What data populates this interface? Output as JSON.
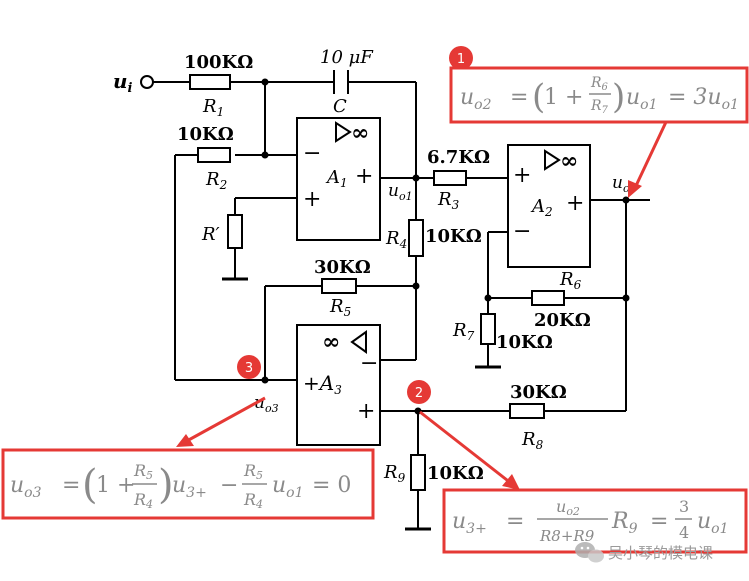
{
  "circuit": {
    "input_label": "u",
    "input_sub": "i",
    "r1": {
      "value": "100KΩ",
      "name": "R",
      "sub": "1"
    },
    "c": {
      "value": "10 μF",
      "name": "C"
    },
    "r2": {
      "value": "10KΩ",
      "name": "R",
      "sub": "2"
    },
    "rprime": {
      "name": "R′"
    },
    "a1": {
      "name": "A",
      "sub": "1",
      "minus": "−",
      "plus": "+",
      "inf": "∞"
    },
    "uo1": {
      "name": "u",
      "sub": "o1"
    },
    "r3": {
      "value": "6.7KΩ",
      "name": "R",
      "sub": "3"
    },
    "r4": {
      "value": "10KΩ",
      "name": "R",
      "sub": "4"
    },
    "a2": {
      "name": "A",
      "sub": "2",
      "minus": "−",
      "plus": "+",
      "inf": "∞"
    },
    "uo2": {
      "name": "u",
      "sub": "o2"
    },
    "r5": {
      "value": "30KΩ",
      "name": "R",
      "sub": "5"
    },
    "r6": {
      "value": "20KΩ",
      "name": "R",
      "sub": "6"
    },
    "r7": {
      "value": "10KΩ",
      "name": "R",
      "sub": "7"
    },
    "a3": {
      "name": "A",
      "sub": "3",
      "minus": "−",
      "plus": "+",
      "inf": "∞"
    },
    "uo3": {
      "name": "u",
      "sub": "o3"
    },
    "r8": {
      "value": "30KΩ",
      "name": "R",
      "sub": "8"
    },
    "r9": {
      "value": "10KΩ",
      "name": "R",
      "sub": "9"
    }
  },
  "annotations": [
    {
      "number": "1",
      "color": "#e53935"
    },
    {
      "number": "2",
      "color": "#e53935"
    },
    {
      "number": "3",
      "color": "#e53935"
    }
  ],
  "formulas": {
    "f1": {
      "lhs": "u",
      "lhs_sub": "o2",
      "eq": "=",
      "one_plus": "1 +",
      "num": "R",
      "num_sub": "6",
      "den": "R",
      "den_sub": "7",
      "mid": "u",
      "mid_sub": "o1",
      "rhs": "= 3u",
      "rhs_sub": "o1"
    },
    "f2": {
      "lhs": "u",
      "lhs_sub": "3+",
      "eq": "=",
      "num": "u",
      "num_sub": "o2",
      "den": "R8+R9",
      "mid": "R",
      "mid_sub": "9",
      "eq2": "=",
      "frac_num": "3",
      "frac_den": "4",
      "rhs": "u",
      "rhs_sub": "o1"
    },
    "f3": {
      "lhs": "u",
      "lhs_sub": "o3",
      "eq": "=",
      "one_plus": "1 +",
      "num": "R",
      "num_sub": "5",
      "den": "R",
      "den_sub": "4",
      "mid": "u",
      "mid_sub": "3+",
      "minus": "−",
      "num2": "R",
      "num2_sub": "5",
      "den2": "R",
      "den2_sub": "4",
      "rhs": "u",
      "rhs_sub": "o1",
      "eq2": "= 0"
    }
  },
  "watermark": {
    "text": "吴小琴的模电课",
    "icon": "wechat-icon"
  },
  "colors": {
    "wire": "#000000",
    "callout": "#e53935",
    "formula_text": "#8a8a8a"
  }
}
